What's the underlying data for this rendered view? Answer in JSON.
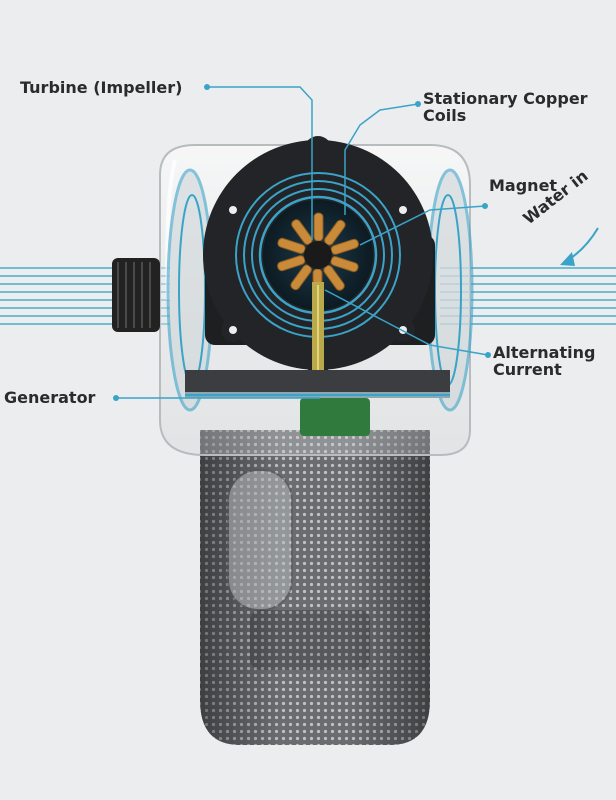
{
  "labels": {
    "turbine": "Turbine (Impeller)",
    "coils_line1": "Stationary Copper",
    "coils_line2": "Coils",
    "magnet": "Magnet",
    "ac_line1": "Alternating",
    "ac_line2": "Current",
    "generator": "Generator",
    "water_in": "Water in"
  },
  "colors": {
    "background": "#ecedee",
    "accent": "#3aa3c8",
    "label_text": "#2b2b2b",
    "copper": "#c98a3a",
    "mesh": "#8a8d90"
  }
}
